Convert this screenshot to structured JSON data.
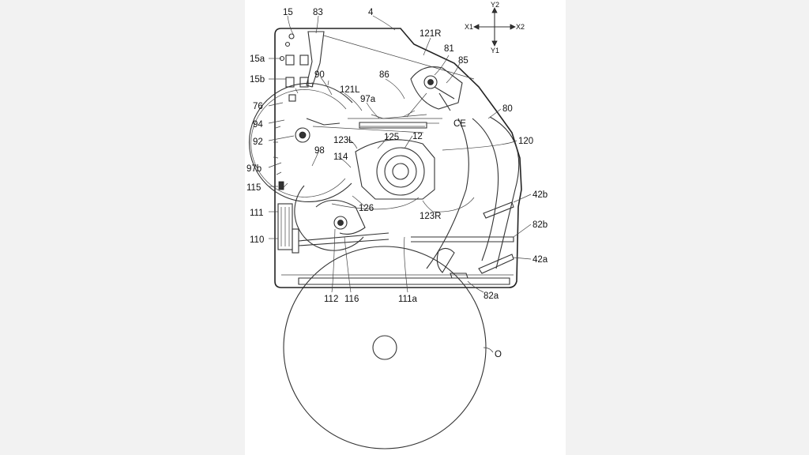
{
  "figure": {
    "axes": {
      "y2": "Y2",
      "y1": "Y1",
      "x1": "X1",
      "x2": "X2"
    },
    "labels": {
      "l15": "15",
      "l83": "83",
      "l4": "4",
      "l121R": "121R",
      "l81": "81",
      "l85": "85",
      "l15a": "15a",
      "l15b": "15b",
      "l90": "90",
      "l86": "86",
      "l121L": "121L",
      "l97a": "97a",
      "l80": "80",
      "l76": "76",
      "l94": "94",
      "lCE": "CE",
      "l92": "92",
      "l123L": "123L",
      "l125": "125",
      "l12": "12",
      "l120": "120",
      "l98": "98",
      "l114": "114",
      "l97b": "97b",
      "l115": "115",
      "l42b": "42b",
      "l111": "111",
      "l126": "126",
      "l123R": "123R",
      "l82b": "82b",
      "l110": "110",
      "l42a": "42a",
      "l112": "112",
      "l116": "116",
      "l111a": "111a",
      "l82a": "82a",
      "lO": "O"
    }
  }
}
